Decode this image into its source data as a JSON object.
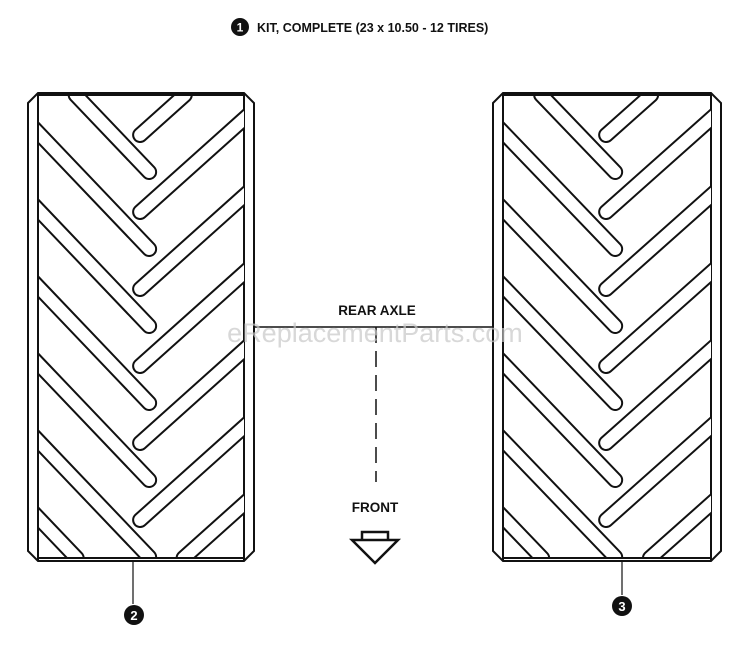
{
  "title": {
    "callout": "1",
    "text": "KIT, COMPLETE (23 x 10.50 - 12 TIRES)"
  },
  "labels": {
    "rear_axle": "REAR AXLE",
    "front": "FRONT"
  },
  "callouts": {
    "left_tire": "2",
    "right_tire": "3"
  },
  "watermark": "eReplacementParts.com",
  "colors": {
    "line": "#111111",
    "background": "#ffffff",
    "watermark": "#c8c8c8"
  }
}
